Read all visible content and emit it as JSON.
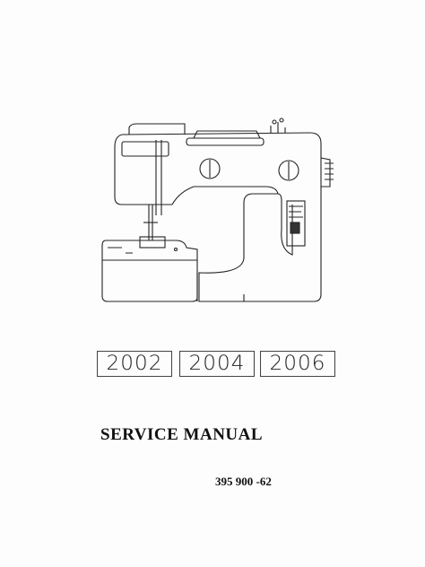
{
  "manual": {
    "models": [
      "2002",
      "2004",
      "2006"
    ],
    "title": "SERVICE MANUAL",
    "part_number": "395 900 -62"
  }
}
